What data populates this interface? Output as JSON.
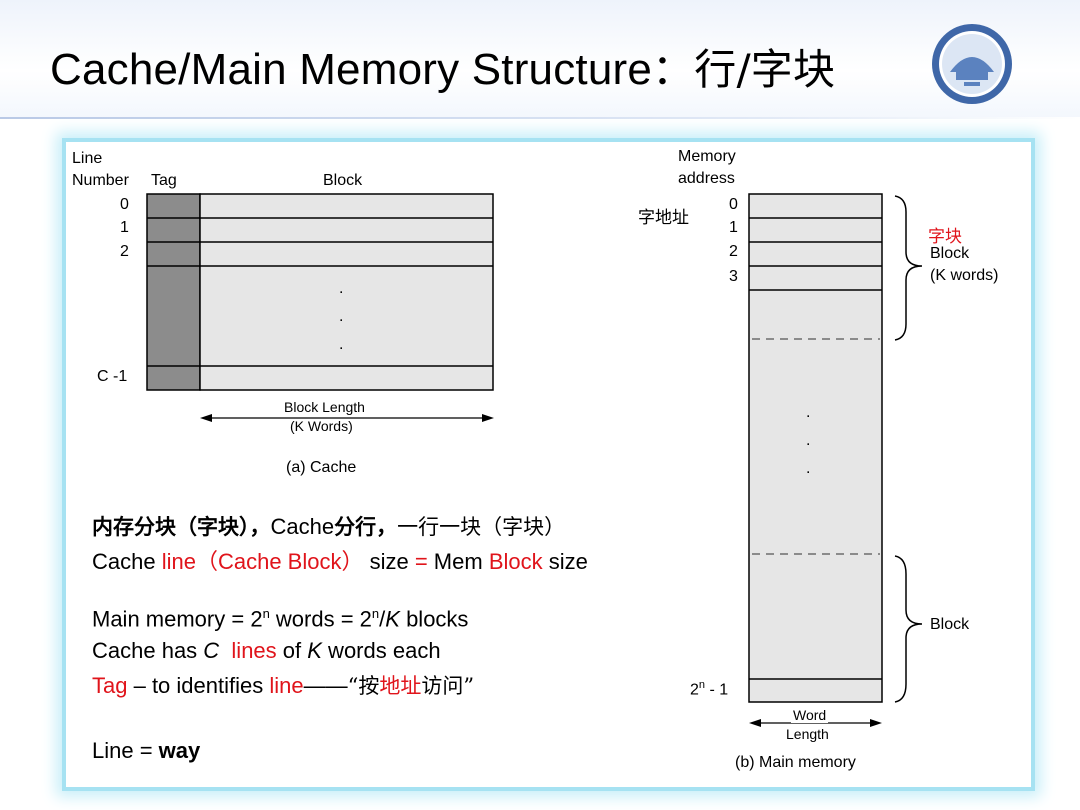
{
  "title": {
    "main": "Cache/Main Memory Structure",
    "colon": "：",
    "cjk": "行/字块"
  },
  "cache": {
    "line_label": "Line",
    "number_label": "Number",
    "tag_label": "Tag",
    "block_label": "Block",
    "rows": [
      "0",
      "1",
      "2",
      "C -1"
    ],
    "dots": [
      ".",
      ".",
      "."
    ],
    "block_length": "Block Length",
    "k_words": "(K Words)",
    "caption": "(a) Cache"
  },
  "memory": {
    "addr_label_1": "Memory",
    "addr_label_2": "address",
    "word_addr_cjk": "字地址",
    "rows": [
      "0",
      "1",
      "2",
      "3"
    ],
    "last_row_base": "2",
    "last_row_exp": "n",
    "last_row_suffix": " - 1",
    "brace_cjk": "字块",
    "brace_block": "Block",
    "brace_kwords": "(K words)",
    "lower_block": "Block",
    "dots": [
      ".",
      ".",
      "."
    ],
    "word_length_1": "Word",
    "word_length_2": "Length",
    "caption": "(b) Main memory"
  },
  "notes": {
    "line1_bold": "内存分块（字块），",
    "line1_cache": "Cache",
    "line1_bold2": "分行，",
    "line1_rest": "一行一块（字块）",
    "line2_a": "Cache ",
    "line2_line": "line（Cache Block）",
    "line2_size": " size ",
    "line2_eq": "=",
    "line2_mem": " Mem ",
    "line2_block": "Block",
    "line2_end": " size",
    "line3_a": "Main memory = 2",
    "line3_sup1": "n",
    "line3_b": " words = 2",
    "line3_sup2": "n",
    "line3_c": "/",
    "line3_k": "K",
    "line3_d": " blocks",
    "line4_a": "Cache has ",
    "line4_c": "C",
    "line4_lines": "lines",
    "line4_of": " of ",
    "line4_k": "K",
    "line4_end": "  words each",
    "line5_tag": "Tag",
    "line5_mid": " – to identifies ",
    "line5_line": "line",
    "line5_dash": "——",
    "line5_q1": "“按",
    "line5_addr": "地址",
    "line5_q2": "访问”",
    "line6_line": "Line = ",
    "line6_way": "way"
  }
}
